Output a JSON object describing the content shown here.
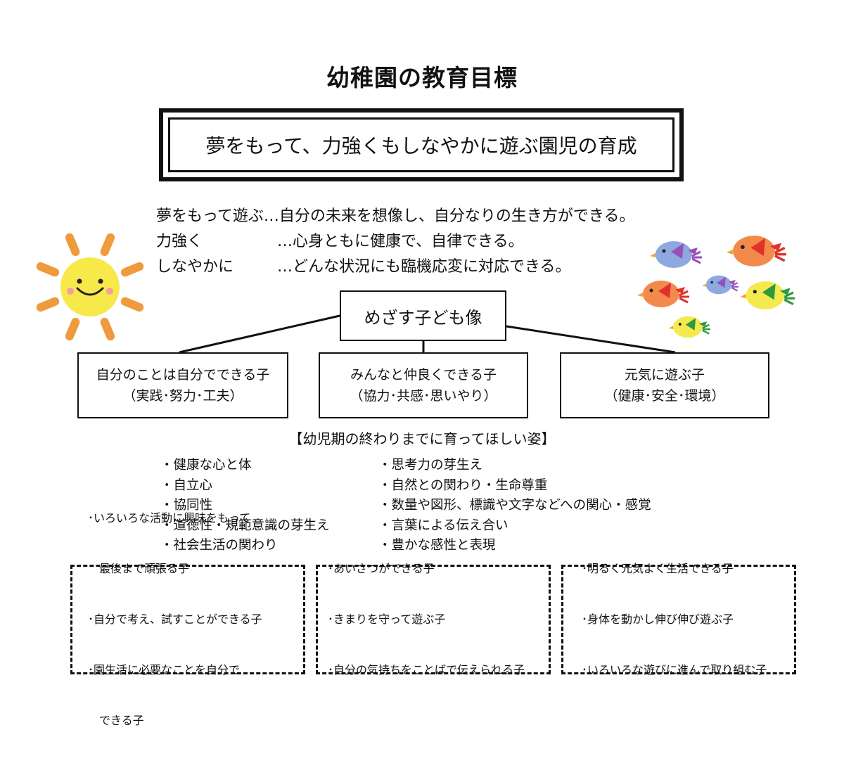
{
  "title": "幼稚園の教育目標",
  "goal": "夢をもって、力強くもしなやかに遊ぶ園児の育成",
  "definitions": [
    {
      "term": "夢をもって遊ぶ",
      "desc": "…自分の未来を想像し、自分なりの生き方ができる。"
    },
    {
      "term": "力強く",
      "desc": "…心身ともに健康で、自律できる。"
    },
    {
      "term": "しなやかに",
      "desc": "…どんな状況にも臨機応変に対応できる。"
    }
  ],
  "tree": {
    "root": "めざす子ども像",
    "children": [
      {
        "line1": "自分のことは自分でできる子",
        "line2": "（実践･努力･工夫）"
      },
      {
        "line1": "みんなと仲良くできる子",
        "line2": "（協力･共感･思いやり）"
      },
      {
        "line1": "元気に遊ぶ子",
        "line2": "（健康･安全･環境）"
      }
    ]
  },
  "section_heading": "【幼児期の終わりまでに育ってほしい姿】",
  "goals_left": [
    "・健康な心と体",
    "・自立心",
    "・協同性",
    "・道徳性・規範意識の芽生え",
    "・社会生活の関わり"
  ],
  "goals_right": [
    "・思考力の芽生え",
    "・自然との関わり・生命尊重",
    "・数量や図形、標識や文字などへの関心・感覚",
    "・言葉による伝え合い",
    "・豊かな感性と表現"
  ],
  "detail_boxes": [
    [
      "･いろいろな活動に興味をもって",
      "　最後まで頑張る子",
      "･自分で考え、試すことができる子",
      "･園生活に必要なことを自分で",
      "　できる子"
    ],
    [
      "･あいさつができる子",
      "･きまりを守って遊ぶ子",
      "･自分の気持ちをことばで伝えられる子"
    ],
    [
      "･明るく元気よく生活できる子",
      "･身体を動かし伸び伸び遊ぶ子",
      "･いろいろな遊びに進んで取り組む子"
    ]
  ],
  "colors": {
    "sun_face": "#f7e94a",
    "sun_rays": "#ef9a3c",
    "bird_blue": "#8ea8e0",
    "bird_orange": "#f28a4c",
    "bird_yellow": "#f4ea4e",
    "wing_purple": "#9a4fb8",
    "wing_green": "#2e9a3e",
    "wing_red": "#e0322b"
  }
}
